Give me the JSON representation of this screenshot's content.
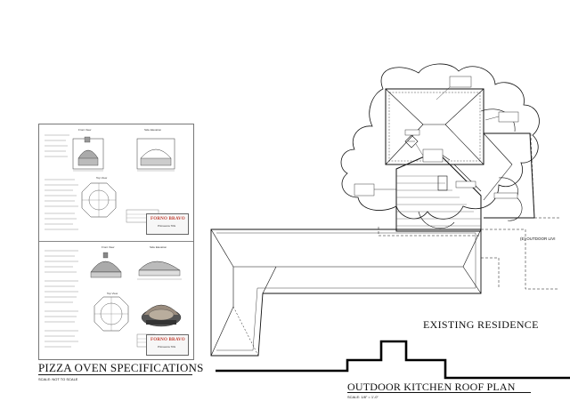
{
  "drawings": {
    "pizza_oven_title": "PIZZA OVEN SPECIFICATIONS",
    "pizza_oven_scale": "SCALE: NOT TO SCALE",
    "roof_plan_title": "OUTDOOR KITCHEN ROOF PLAN",
    "roof_plan_scale": "SCALE: 1/8\" = 1'-0\"",
    "existing_residence": "EXISTING RESIDENCE",
    "outdoor_living": "(E) OUTDOOR LIVI"
  },
  "spec_sheet": {
    "top": {
      "front_view": "Front View",
      "side_elevation": "Side Elevation",
      "top_view": "Top View",
      "brand": "FORNO BRAVO",
      "product": "Primavera 70G"
    },
    "bottom": {
      "front_view": "Front View",
      "side_elevation": "Side Elevation",
      "top_view": "Top View",
      "brand": "FORNO BRAVO",
      "product": "Primavera 70G"
    }
  },
  "colors": {
    "line": "#111111",
    "hatch": "#555555",
    "brand_red": "#c0392b",
    "brand_blue": "#1f3d7a"
  }
}
